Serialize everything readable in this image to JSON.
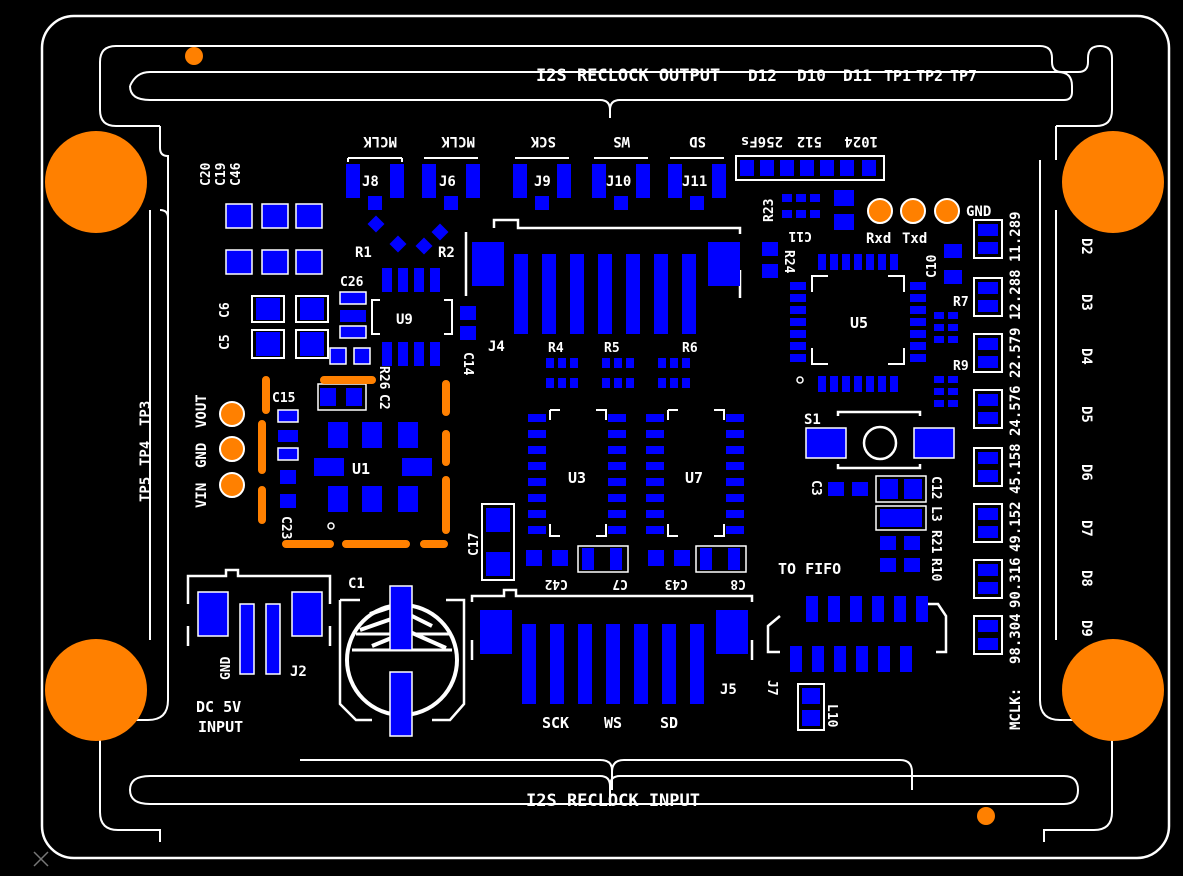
{
  "colors": {
    "background": "#000000",
    "silk": "#ffffff",
    "pad": "#0000ff",
    "pad_outline": "#ff3c3c",
    "hole": "#ff8000"
  },
  "labels": {
    "output_title": "I2S RECLOCK OUTPUT",
    "input_title": "I2S RECLOCK INPUT",
    "led_d12": "D12",
    "led_d10": "D10",
    "led_d11": "D11",
    "tp1": "TP1",
    "tp2": "TP2",
    "tp7": "TP7",
    "tp3": "TP3",
    "tp4": "TP4",
    "tp5": "TP5",
    "j8_mclk": "MCLK",
    "j6_mclk": "MCLK",
    "j9_sck": "SCK",
    "j10_ws": "WS",
    "j11_sd": "SD",
    "fs256": "256Fs",
    "fs512": "512",
    "fs1024": "1024",
    "j8": "J8",
    "j6": "J6",
    "j9": "J9",
    "j10": "J10",
    "j11": "J11",
    "r1": "R1",
    "r2": "R2",
    "r23": "R23",
    "c11": "C11",
    "rxd": "Rxd",
    "txd": "Txd",
    "gnd_top": "GND",
    "c20": "C20",
    "c19": "C19",
    "c46": "C46",
    "c5": "C5",
    "c6": "C6",
    "c26": "C26",
    "u9": "U9",
    "c14": "C14",
    "j4": "J4",
    "r26": "R26",
    "c2": "C2",
    "c15": "C15",
    "u1": "U1",
    "c23": "C23",
    "vin": "VIN",
    "gnd_mid": "GND",
    "vout": "VOUT",
    "r24": "R24",
    "c10": "C10",
    "u5": "U5",
    "r7": "R7",
    "r9": "R9",
    "r4": "R4",
    "r5": "R5",
    "r6": "R6",
    "u3": "U3",
    "u7": "U7",
    "s1": "S1",
    "c3": "C3",
    "c12": "C12",
    "l3": "L3",
    "r21": "R21",
    "r10": "R10",
    "c17": "C17",
    "c42": "C42",
    "c7": "C7",
    "c43": "C43",
    "c8": "C8",
    "to_fifo": "TO FIFO",
    "c1": "C1",
    "gnd_j2": "GND",
    "j2": "J2",
    "dc_5v": "DC 5V",
    "input": "INPUT",
    "sck": "SCK",
    "ws": "WS",
    "sd": "SD",
    "j5": "J5",
    "j7": "J7",
    "l10": "L10",
    "d2": "D2",
    "d3": "D3",
    "d4": "D4",
    "d5": "D5",
    "d6": "D6",
    "d7": "D7",
    "d8": "D8",
    "d9": "D9",
    "f1": "11.289",
    "f2": "12.288",
    "f3": "22.579",
    "f4": "24.576",
    "f5": "45.158",
    "f6": "49.152",
    "f7": "90.316",
    "f8": "98.304",
    "mclk_label": "MCLK:"
  }
}
